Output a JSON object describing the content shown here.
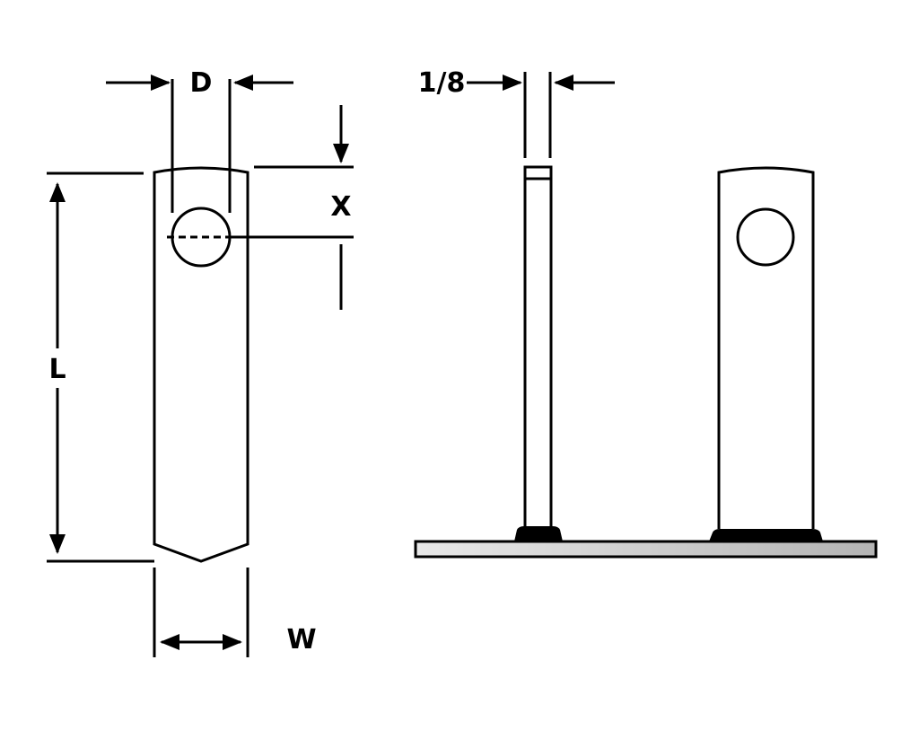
{
  "labels": {
    "diameter": "D",
    "hole_offset": "X",
    "length": "L",
    "width": "W",
    "thickness": "1/8"
  },
  "colors": {
    "line": "#000000",
    "weld": "#000000",
    "plate_light": "#e6e6e6",
    "plate_dark": "#b4b4b4"
  }
}
